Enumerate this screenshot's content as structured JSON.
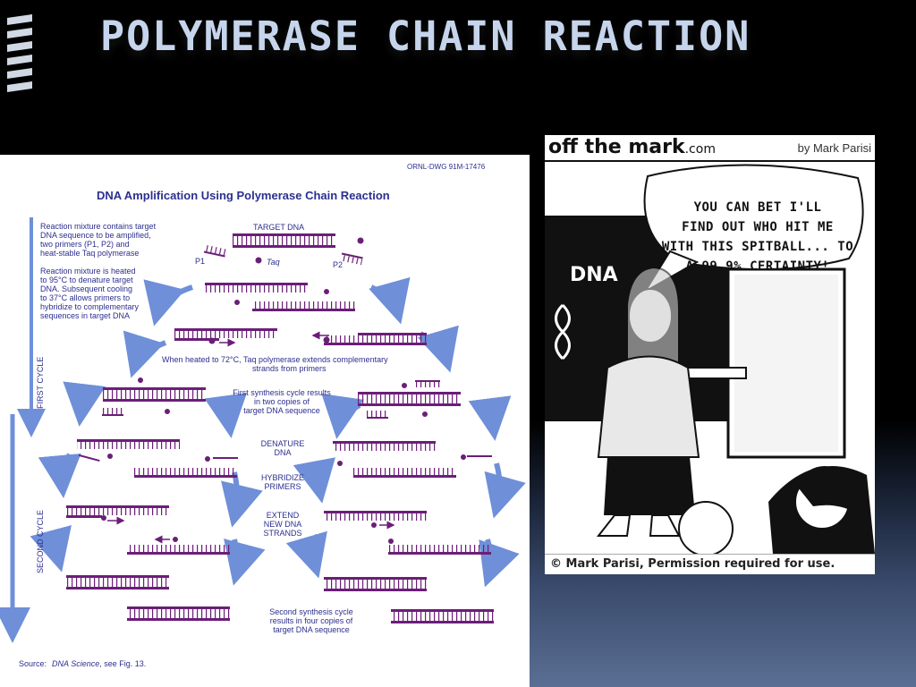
{
  "slide": {
    "title": "POLYMERASE CHAIN REACTION"
  },
  "diagram": {
    "drawing_id": "ORNL-DWG 91M-17476",
    "heading": "DNA Amplification Using Polymerase Chain Reaction",
    "intro_lines": [
      "Reaction mixture contains target",
      "DNA sequence to be amplified,",
      "two primers (P1, P2) and",
      "heat-stable Taq polymerase"
    ],
    "heat_lines": [
      "Reaction mixture is heated",
      "to 95°C to denature target",
      "DNA.  Subsequent cooling",
      "to 37°C allows primers to",
      "hybridize to complementary",
      "sequences in target DNA"
    ],
    "target_label": "TARGET DNA",
    "p1_label": "P1",
    "p2_label": "P2",
    "taq_label": "Taq",
    "extend_lines": [
      "When heated to 72°C, Taq polymerase extends complementary",
      "strands from primers"
    ],
    "first_cycle_result": [
      "First synthesis cycle results",
      "in two copies of",
      "target DNA sequence"
    ],
    "denature_label": [
      "DENATURE",
      "DNA"
    ],
    "hybridize_label": [
      "HYBRIDIZE",
      "PRIMERS"
    ],
    "extend_label": [
      "EXTEND",
      "NEW DNA",
      "STRANDS"
    ],
    "second_cycle_result": [
      "Second synthesis cycle",
      "results in four copies of",
      "target DNA sequence"
    ],
    "first_cycle_axis": "FIRST CYCLE",
    "second_cycle_axis": "SECOND CYCLE",
    "source_prefix": "Source:",
    "source_title": "DNA Science",
    "source_suffix": ", see Fig. 13."
  },
  "cartoon": {
    "logo": "off the mark",
    "logo_suffix": ".com",
    "byline": "by Mark Parisi",
    "speech_lines": [
      "YOU CAN BET I'LL",
      "FIND OUT WHO HIT ME",
      "WITH THIS SPITBALL... TO",
      "A 99.9% CERTAINTY!"
    ],
    "board_text": "DNA",
    "footer": "© Mark Parisi, Permission required for use."
  },
  "colors": {
    "title": "#c6d5ec",
    "diagram_text": "#2c2f8f",
    "strand_purple": "#6b1e78",
    "arrow_blue": "#6f8fd8"
  }
}
